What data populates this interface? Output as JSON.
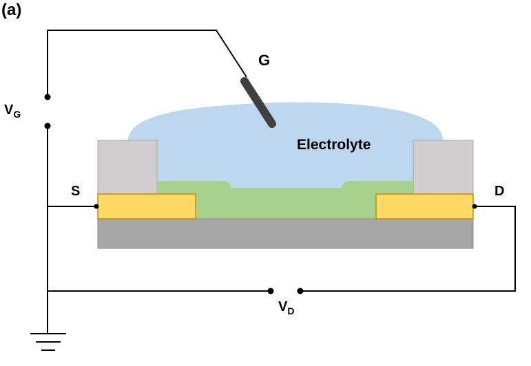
{
  "panel_label": "(a)",
  "labels": {
    "gate": "G",
    "source": "S",
    "drain": "D",
    "electrolyte": "Electrolyte",
    "vg_main": "V",
    "vg_sub": "G",
    "vd_main": "V",
    "vd_sub": "D"
  },
  "colors": {
    "electrolyte": "#bdd7ee",
    "channel": "#a9d18e",
    "electrode": "#ffd966",
    "electrode_border": "#bf9000",
    "insulator": "#d0cece",
    "substrate": "#a6a6a6",
    "wire": "#000000",
    "gate_electrode": "#404040"
  }
}
